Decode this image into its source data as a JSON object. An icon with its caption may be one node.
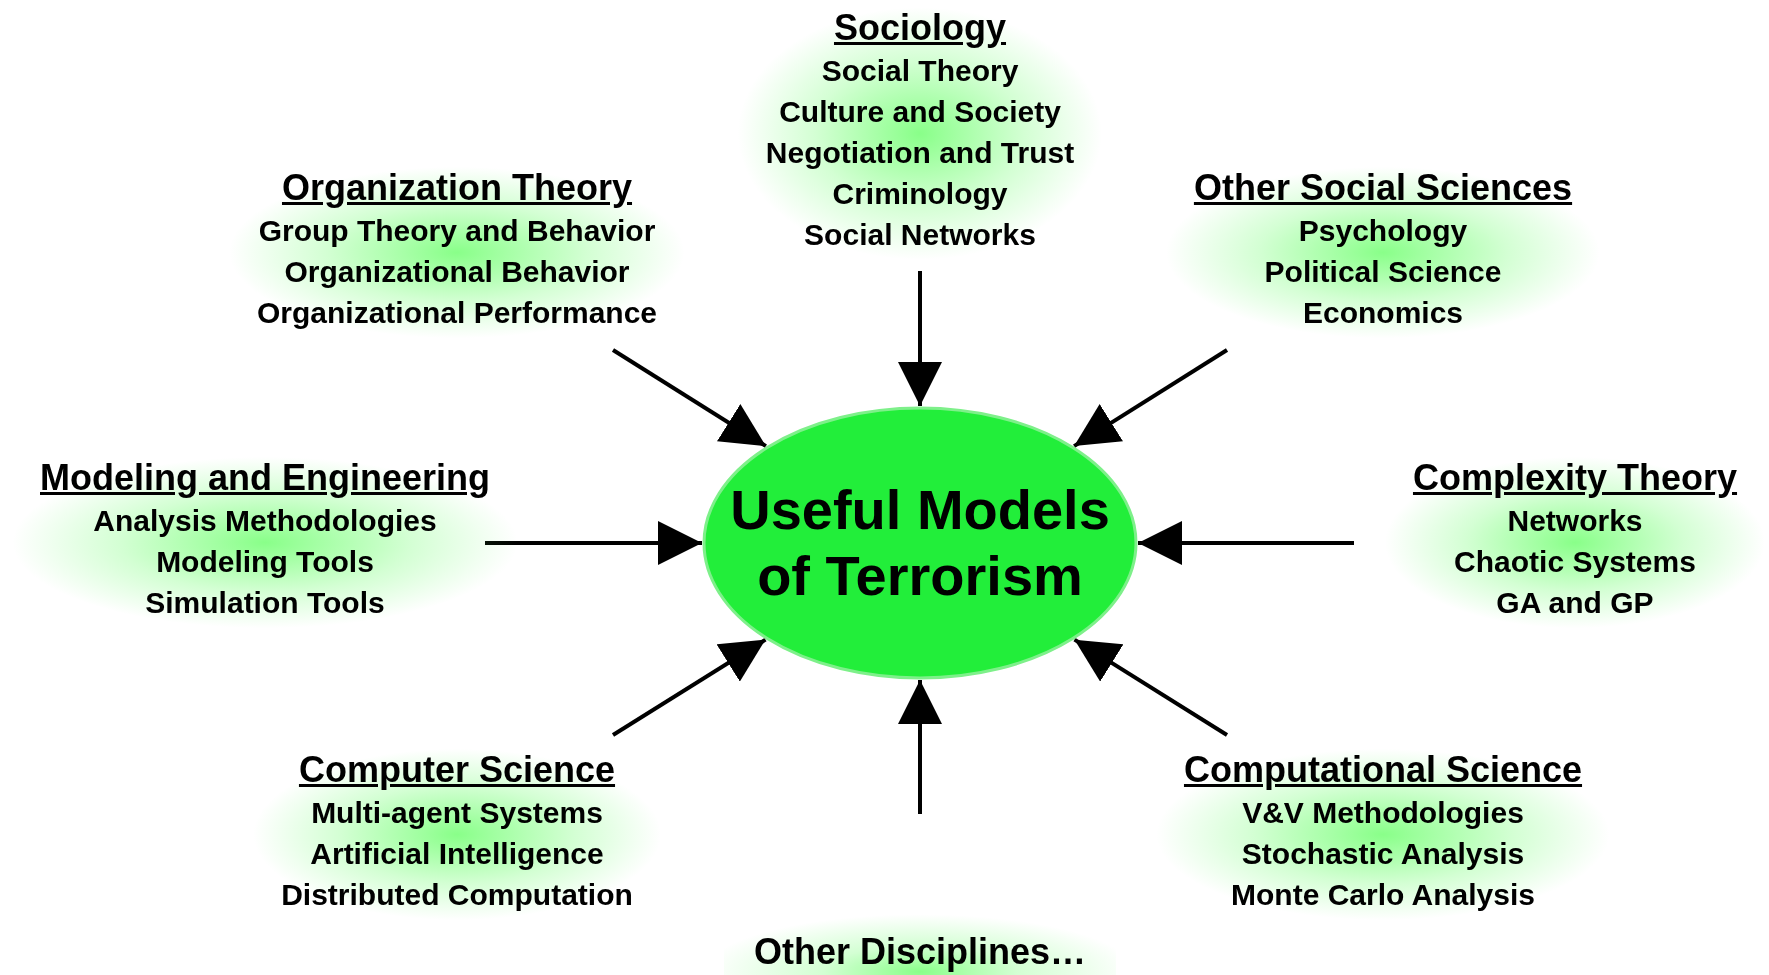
{
  "diagram": {
    "nodes": [
      {
        "text": [
          "Useful Models of Terrorism"
        ]
      },
      {
        "text": [
          "Sociology",
          "Social Theory",
          "Culture and Society",
          "Negotiation and Trust",
          "Criminology",
          "Social Networks"
        ]
      },
      {
        "text": [
          "Organization Theory",
          "Group Theory and Behavior",
          "Organizational Behavior",
          "Organizational Performance"
        ]
      },
      {
        "text": [
          "Other Social Sciences",
          "Psychology",
          "Political Science",
          "Economics"
        ]
      },
      {
        "text": [
          "Modeling and Engineering",
          "Analysis Methodologies",
          "Modeling Tools",
          "Simulation Tools"
        ]
      },
      {
        "text": [
          "Complexity Theory",
          "Networks",
          "Chaotic Systems",
          "GA and GP"
        ]
      },
      {
        "text": [
          "Computer Science",
          "Multi-agent Systems",
          "Artificial Intelligence",
          "Distributed Computation"
        ]
      },
      {
        "text": [
          "Computational Science",
          "V&V Methodologies",
          "Stochastic Analysis",
          "Monte Carlo Analysis"
        ]
      },
      {
        "text": [
          "Other Disciplines…"
        ]
      }
    ],
    "edges": [
      {
        "from": 1,
        "to": 0,
        "arrow": "to"
      },
      {
        "from": 2,
        "to": 0,
        "arrow": "to"
      },
      {
        "from": 3,
        "to": 0,
        "arrow": "to"
      },
      {
        "from": 4,
        "to": 0,
        "arrow": "to"
      },
      {
        "from": 5,
        "to": 0,
        "arrow": "to"
      },
      {
        "from": 6,
        "to": 0,
        "arrow": "to"
      },
      {
        "from": 7,
        "to": 0,
        "arrow": "to"
      },
      {
        "from": 8,
        "to": 0,
        "arrow": "to"
      }
    ]
  }
}
